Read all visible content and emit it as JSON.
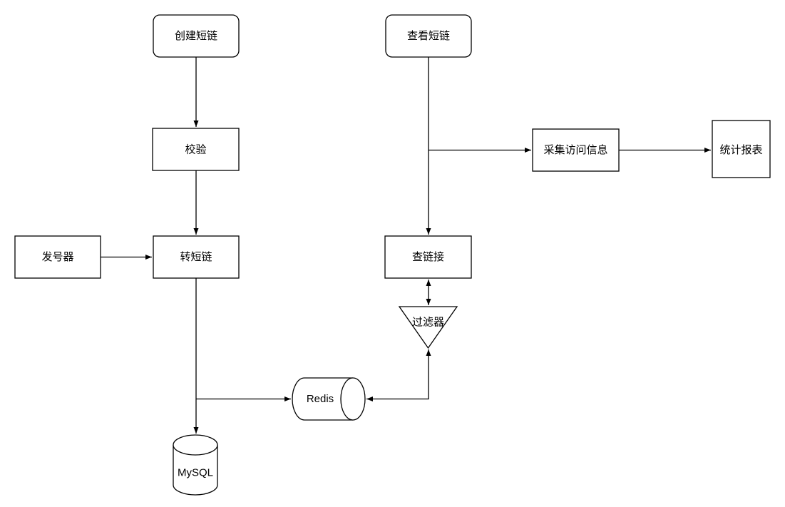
{
  "diagram": {
    "background_color": "#ffffff",
    "stroke_color": "#000000",
    "text_color": "#000000",
    "nodes": {
      "create_short_link": {
        "label": "创建短链",
        "shape": "rounded-rect"
      },
      "validate": {
        "label": "校验",
        "shape": "rect"
      },
      "number_generator": {
        "label": "发号器",
        "shape": "rect"
      },
      "to_short_link": {
        "label": "转短链",
        "shape": "rect"
      },
      "mysql": {
        "label": "MySQL",
        "shape": "cylinder-vertical"
      },
      "redis": {
        "label": "Redis",
        "shape": "cylinder-horizontal"
      },
      "view_short_link": {
        "label": "查看短链",
        "shape": "rounded-rect"
      },
      "query_link": {
        "label": "查链接",
        "shape": "rect"
      },
      "filter": {
        "label": "过滤器",
        "shape": "inverted-triangle"
      },
      "collect_access_info": {
        "label": "采集访问信息",
        "shape": "rect"
      },
      "stats_report": {
        "label": "统计报表",
        "shape": "rect"
      }
    },
    "edges": [
      {
        "from": "创建短链",
        "to": "校验",
        "direction": "one-way"
      },
      {
        "from": "校验",
        "to": "转短链",
        "direction": "one-way"
      },
      {
        "from": "发号器",
        "to": "转短链",
        "direction": "one-way"
      },
      {
        "from": "转短链",
        "to": "MySQL",
        "direction": "one-way"
      },
      {
        "from": "转短链",
        "to": "Redis",
        "direction": "one-way"
      },
      {
        "from": "查看短链",
        "to": "查链接",
        "direction": "one-way"
      },
      {
        "from": "查看短链",
        "to": "采集访问信息",
        "direction": "one-way"
      },
      {
        "from": "采集访问信息",
        "to": "统计报表",
        "direction": "one-way"
      },
      {
        "from": "查链接",
        "to": "过滤器",
        "direction": "two-way"
      },
      {
        "from": "过滤器",
        "to": "Redis",
        "direction": "two-way"
      }
    ]
  }
}
